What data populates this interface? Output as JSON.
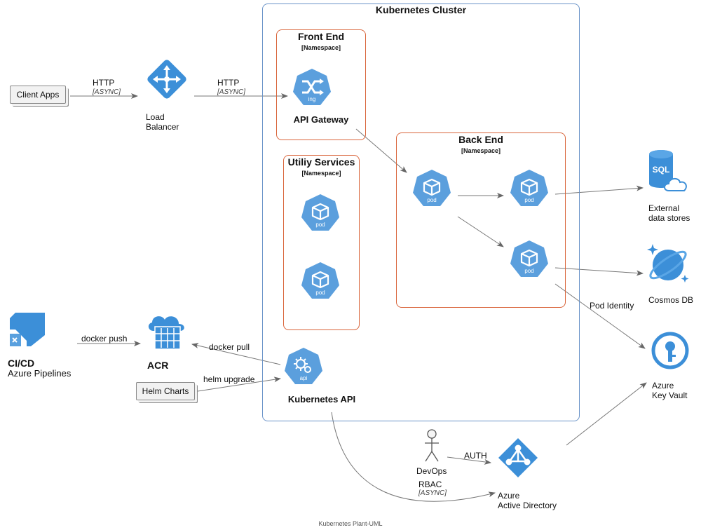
{
  "cluster": {
    "title": "Kubernetes Cluster"
  },
  "namespaces": {
    "front_end": {
      "title": "Front End",
      "subtitle": "[Namespace]"
    },
    "utility": {
      "title": "Utiliy Services",
      "subtitle": "[Namespace]"
    },
    "back_end": {
      "title": "Back End",
      "subtitle": "[Namespace]"
    }
  },
  "nodes": {
    "client_apps": "Client Apps",
    "load_balancer": [
      "Load",
      "Balancer"
    ],
    "api_gateway": "API Gateway",
    "kubernetes_api": "Kubernetes API",
    "cicd_title": "CI/CD",
    "cicd_subtitle": "Azure Pipelines",
    "acr": "ACR",
    "helm_charts": "Helm Charts",
    "devops": "DevOps",
    "aad": [
      "Azure",
      "Active Directory"
    ],
    "external_data": [
      "External",
      "data stores"
    ],
    "cosmos_db": "Cosmos DB",
    "key_vault": [
      "Azure",
      "Key Vault"
    ]
  },
  "icon_labels": {
    "pod": "pod",
    "ing": "ing",
    "api": "api",
    "sql": "SQL"
  },
  "edges": {
    "http1": {
      "label": "HTTP",
      "note": "[ASYNC]"
    },
    "http2": {
      "label": "HTTP",
      "note": "[ASYNC]"
    },
    "docker_push": "docker push",
    "docker_pull": "docker pull",
    "helm_upgrade": "helm upgrade",
    "pod_identity": "Pod Identity",
    "auth": "AUTH",
    "rbac": {
      "label": "RBAC",
      "note": "[ASYNC]"
    }
  },
  "footer": "Kubernetes Plant-UML",
  "colors": {
    "cluster_border": "#6a93c8",
    "namespace_border": "#d9653b",
    "azure_blue": "#3c8fd8",
    "k8s_blue": "#5b9fdd"
  }
}
